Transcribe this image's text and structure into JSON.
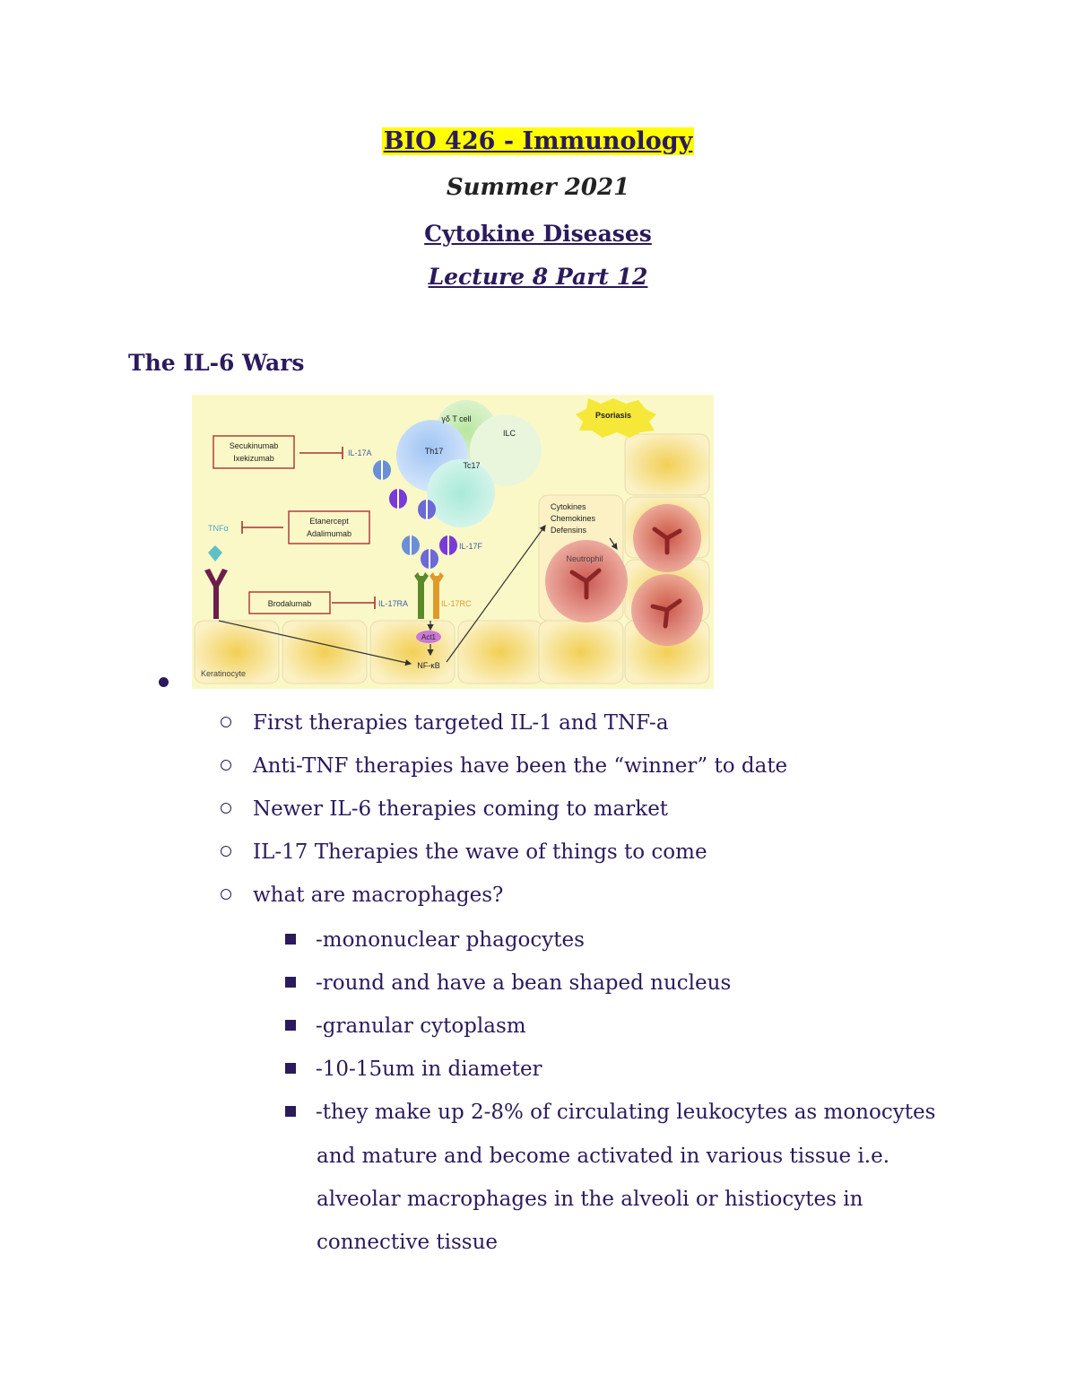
{
  "header": {
    "course": "BIO 426 - Immunology",
    "term": "Summer 2021",
    "topic": "Cytokine Diseases",
    "lecture": "Lecture 8 Part 12"
  },
  "section_title": "The IL-6 Wars",
  "figure": {
    "badge": "Psoriasis",
    "cells": {
      "gd": "γδ T cell",
      "ilc": "ILC",
      "th17": "Th17",
      "tc17": "Tc17",
      "neutrophil": "Neutrophil",
      "keratinocyte": "Keratinocyte"
    },
    "drugs": {
      "secukinumab": "Secukinumab",
      "ixekizumab": "Ixekizumab",
      "etanercept": "Etanercept",
      "adalimumab": "Adalimumab",
      "brodalumab": "Brodalumab"
    },
    "labels": {
      "il17a": "IL-17A",
      "tnfa": "TNFα",
      "il17f": "IL-17F",
      "il17ra": "IL-17RA",
      "il17rc": "IL-17RC",
      "act1": "Act1",
      "nfkb": "NF-κB",
      "cytokines": "Cytokines",
      "chemokines": "Chemokines",
      "defensins": "Defensins"
    }
  },
  "bullets": [
    "First therapies targeted IL-1 and TNF-a",
    "Anti-TNF therapies have been the “winner” to date",
    "Newer IL-6 therapies coming to market",
    "IL-17 Therapies the wave of things to come",
    "what are macrophages?"
  ],
  "sub_bullets": [
    "-mononuclear phagocytes",
    "-round and have a bean shaped nucleus",
    "-granular cytoplasm",
    "-10-15um in diameter",
    "-they make up 2-8% of circulating leukocytes as monocytes"
  ],
  "continuation": [
    "and mature and become activated in various tissue i.e.",
    "alveolar macrophages in the alveoli or histiocytes in",
    "connective tissue"
  ]
}
